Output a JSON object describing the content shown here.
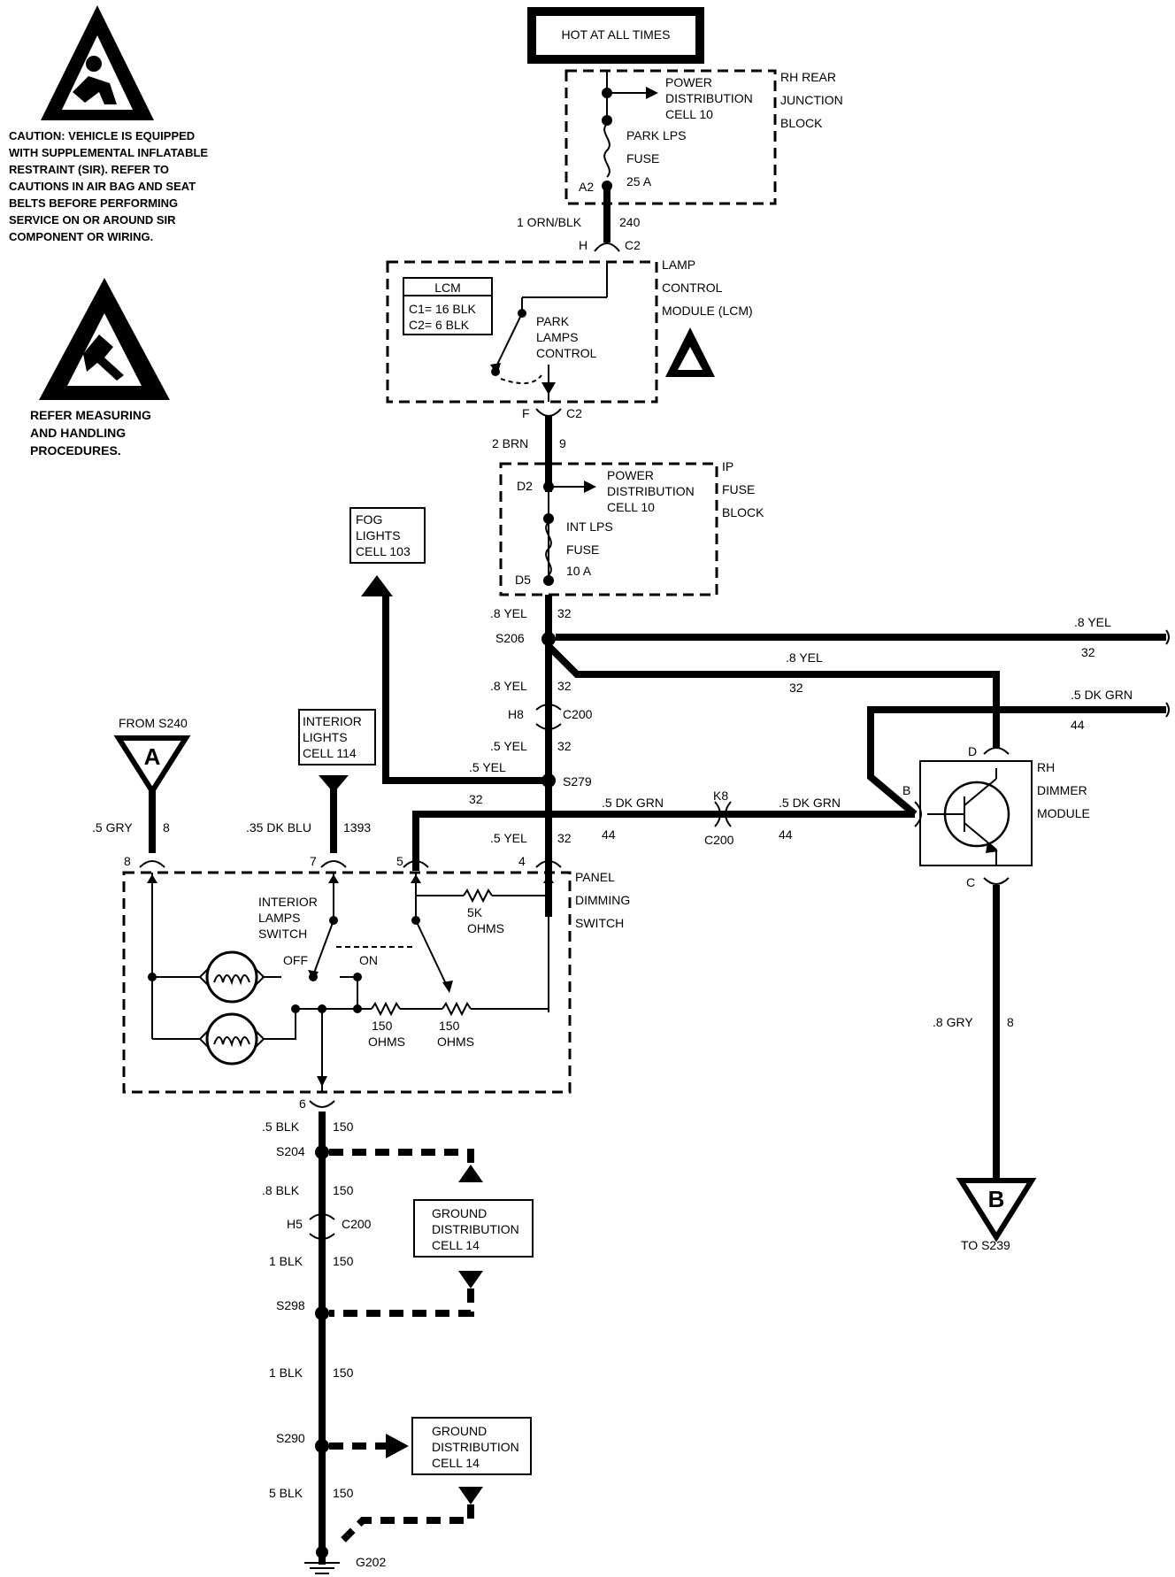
{
  "warnings": {
    "sir_caution": [
      "CAUTION: VEHICLE IS EQUIPPED",
      "WITH SUPPLEMENTAL INFLATABLE",
      "RESTRAINT (SIR). REFER TO",
      "CAUTIONS IN AIR BAG AND SEAT",
      "BELTS BEFORE PERFORMING",
      "SERVICE ON OR AROUND SIR",
      "COMPONENT OR WIRING."
    ],
    "esd_note": [
      "REFER MEASURING",
      "AND HANDLING",
      "PROCEDURES."
    ]
  },
  "hot": "HOT AT ALL TIMES",
  "rh_rear_block": {
    "name": [
      "RH REAR",
      "JUNCTION",
      "BLOCK"
    ],
    "pd_arrow": [
      "POWER",
      "DISTRIBUTION",
      "CELL 10"
    ],
    "fuse": [
      "PARK LPS",
      "FUSE",
      "25 A"
    ],
    "pin": "A2"
  },
  "wire_240": {
    "gauge": "1 ORN/BLK",
    "circuit": "240"
  },
  "lcm": {
    "conn_in": [
      "H",
      "C2"
    ],
    "conn_out": [
      "F",
      "C2"
    ],
    "name": [
      "LAMP",
      "CONTROL",
      "MODULE (LCM)"
    ],
    "table": [
      "LCM",
      "C1= 16 BLK",
      "C2= 6 BLK"
    ],
    "switch": [
      "PARK",
      "LAMPS",
      "CONTROL"
    ]
  },
  "wire_9": {
    "gauge": "2 BRN",
    "circuit": "9"
  },
  "ip_block": {
    "name": [
      "IP",
      "FUSE",
      "BLOCK"
    ],
    "pd_arrow": [
      "POWER",
      "DISTRIBUTION",
      "CELL 10"
    ],
    "fuse": [
      "INT LPS",
      "FUSE",
      "10 A"
    ],
    "pins": [
      "D2",
      "D5"
    ]
  },
  "fog": [
    "FOG",
    "LIGHTS",
    "CELL 103"
  ],
  "interior": [
    "INTERIOR",
    "LIGHTS",
    "CELL 114"
  ],
  "splices": {
    "s206": "S206",
    "s279": "S279",
    "s204": "S204",
    "s298": "S298",
    "s290": "S290",
    "g202": "G202"
  },
  "labels32": {
    "a": ".8 YEL",
    "a_num": "32",
    "right1": ".8 YEL",
    "right1_num": "32",
    "right2": ".8 YEL",
    "right2_num": "32",
    "b": ".8 YEL",
    "b_num": "32",
    "c": ".5 YEL",
    "c_num": "32",
    "fog": ".5 YEL",
    "fog_num": "32",
    "d": ".5 YEL",
    "d_num": "32"
  },
  "c200_h8": [
    "H8",
    "C200"
  ],
  "c200_k8": [
    "K8",
    "C200"
  ],
  "c200_h5": [
    "H5",
    "C200"
  ],
  "dk_grn": {
    "right": ".5 DK GRN",
    "right_num": "44",
    "left": ".5 DK GRN",
    "left_num": "44",
    "mid": ".5 DK GRN",
    "mid_num": "44"
  },
  "from_s240": {
    "text": "FROM S240",
    "letter": "A"
  },
  "to_s239": {
    "text": "TO S239",
    "letter": "B"
  },
  "gry_left": {
    "gauge": ".5 GRY",
    "circuit": "8"
  },
  "blu": {
    "gauge": ".35 DK BLU",
    "circuit": "1393"
  },
  "gry_right": {
    "gauge": ".8 GRY",
    "circuit": "8"
  },
  "dimmer": {
    "name": [
      "RH",
      "DIMMER",
      "MODULE"
    ],
    "pins": [
      "D",
      "B",
      "C"
    ]
  },
  "pds": {
    "name": [
      "PANEL",
      "DIMMING",
      "SWITCH"
    ],
    "pins": [
      "8",
      "7",
      "5",
      "4",
      "6"
    ],
    "switch": [
      "INTERIOR",
      "LAMPS",
      "SWITCH"
    ],
    "off": "OFF",
    "on": "ON",
    "r5k": [
      "5K",
      "OHMS"
    ],
    "r150a": [
      "150",
      "OHMS"
    ],
    "r150b": [
      "150",
      "OHMS"
    ]
  },
  "grounds": {
    "w1": ".5 BLK",
    "w1_num": "150",
    "w2": ".8 BLK",
    "w2_num": "150",
    "w3": "1 BLK",
    "w3_num": "150",
    "w4": "1 BLK",
    "w4_num": "150",
    "w5": "5 BLK",
    "w5_num": "150",
    "gd1": [
      "GROUND",
      "DISTRIBUTION",
      "CELL 14"
    ],
    "gd2": [
      "GROUND",
      "DISTRIBUTION",
      "CELL 14"
    ]
  }
}
